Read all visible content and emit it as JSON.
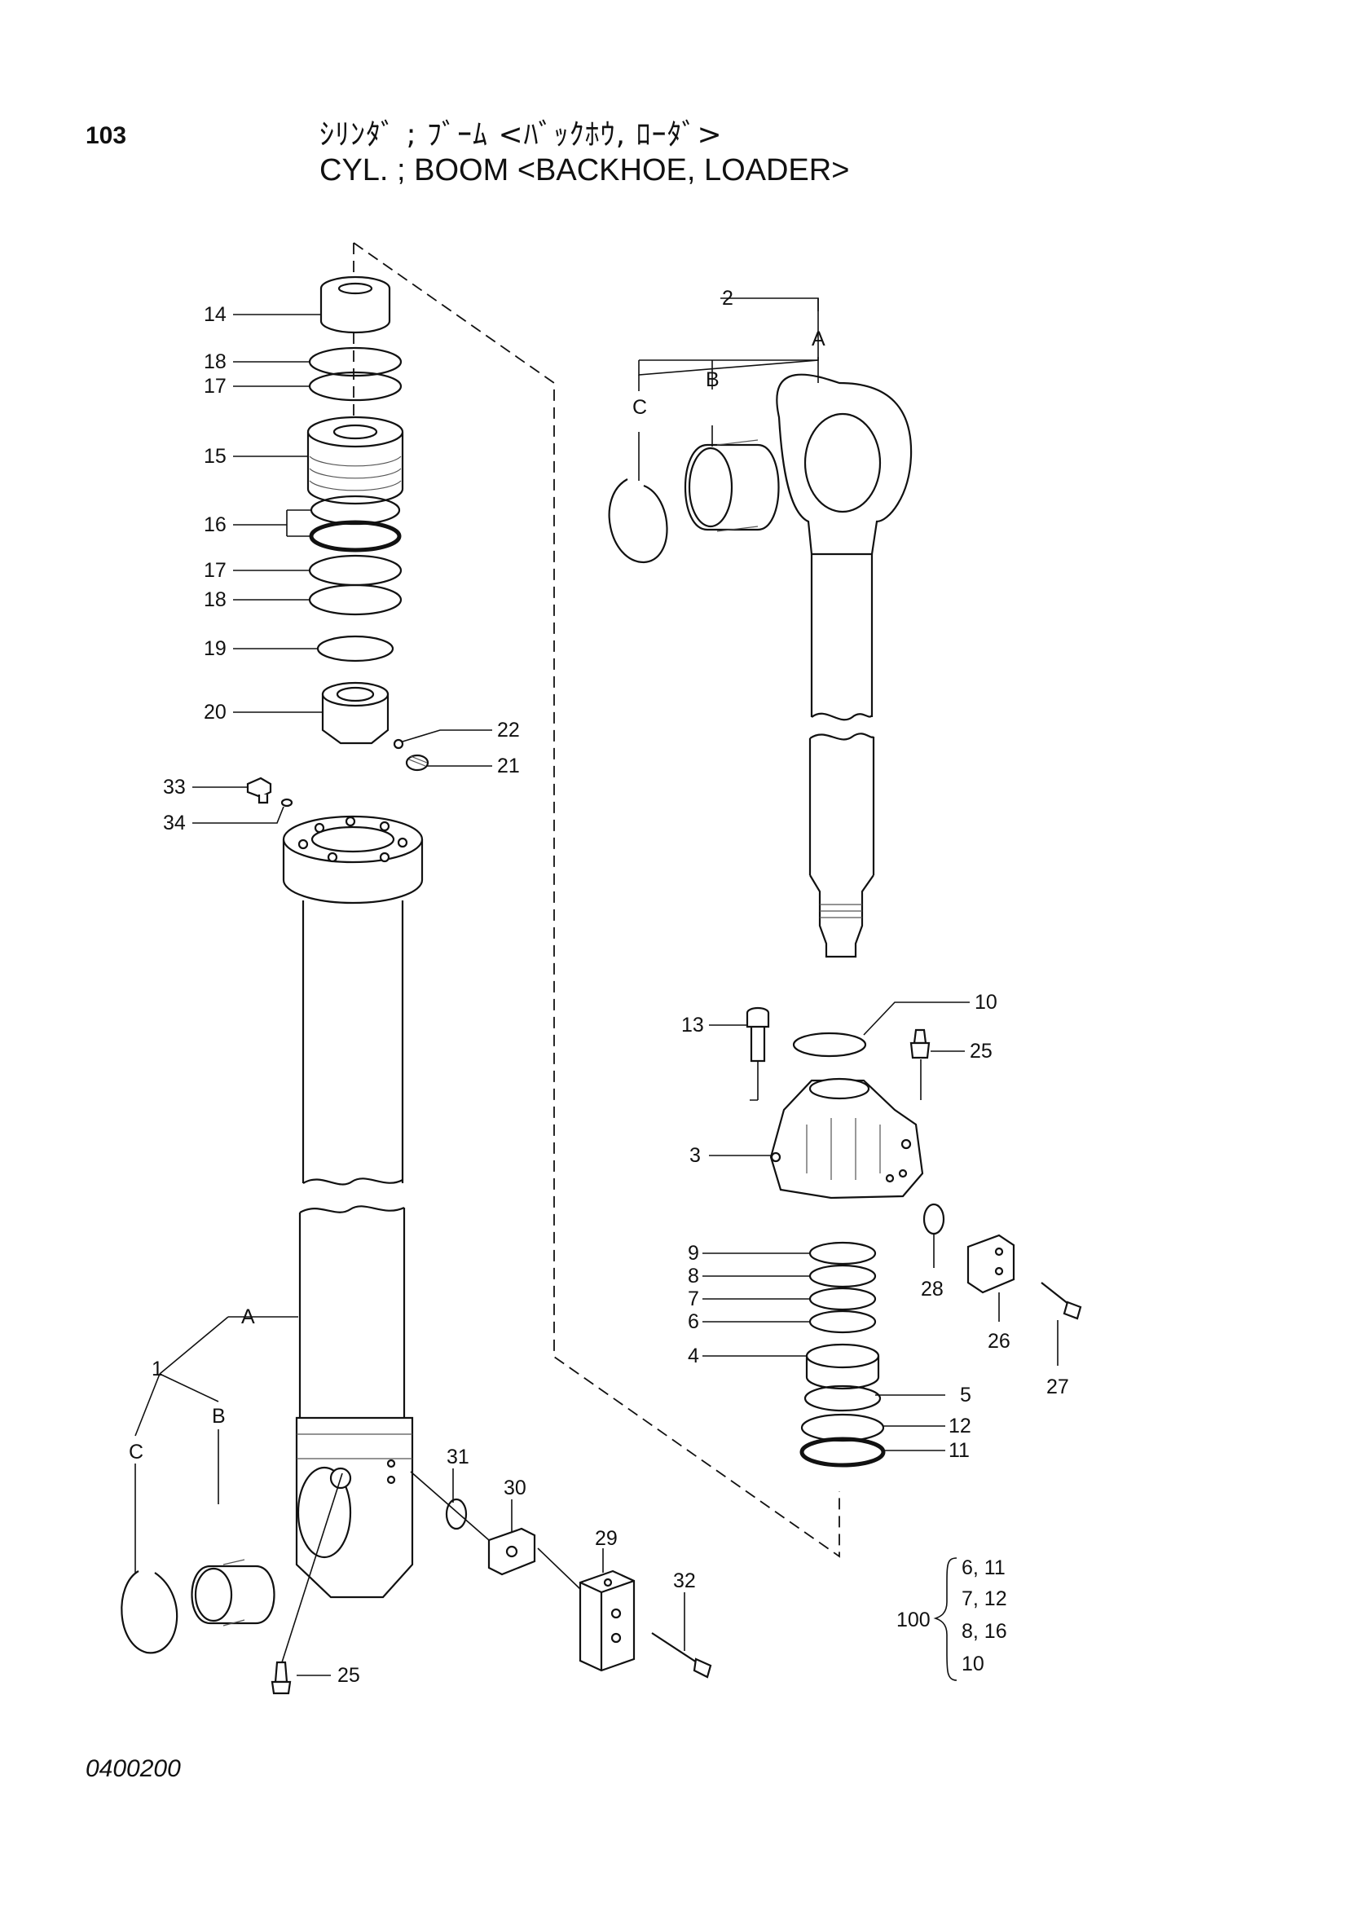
{
  "header": {
    "page_number": "103",
    "title_jp": "ｼﾘﾝﾀﾞ ; ﾌﾞｰﾑ <ﾊﾞｯｸﾎｳ, ﾛｰﾀﾞ>",
    "title_en": "CYL. ; BOOM <BACKHOE, LOADER>"
  },
  "footer": {
    "drawing_code": "0400200"
  },
  "callouts": {
    "p14": "14",
    "p18a": "18",
    "p17a": "17",
    "p15": "15",
    "p16": "16",
    "p17b": "17",
    "p18b": "18",
    "p19": "19",
    "p20": "20",
    "p22": "22",
    "p21": "21",
    "p33": "33",
    "p34": "34",
    "p1": "1",
    "p1A": "A",
    "p1B": "B",
    "p1C": "C",
    "p25a": "25",
    "p31": "31",
    "p30": "30",
    "p29": "29",
    "p32": "32",
    "p2": "2",
    "p2A": "A",
    "p2B": "B",
    "p2C": "C",
    "p13": "13",
    "p10": "10",
    "p25b": "25",
    "p3": "3",
    "p28": "28",
    "p26": "26",
    "p27": "27",
    "p9": "9",
    "p8": "8",
    "p7": "7",
    "p6": "6",
    "p4": "4",
    "p5": "5",
    "p12": "12",
    "p11": "11"
  },
  "kit": {
    "number": "100",
    "items": [
      "6, 11",
      "7, 12",
      "8, 16",
      "10"
    ]
  }
}
